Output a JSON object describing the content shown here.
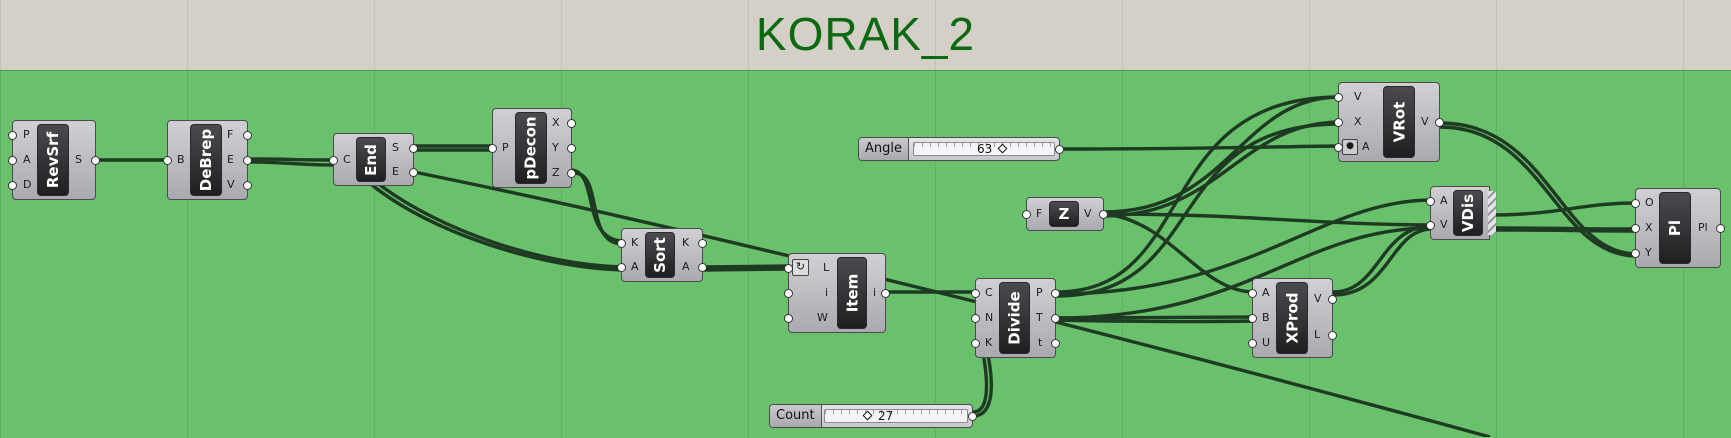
{
  "canvas": {
    "title": "KORAK_2",
    "title_color": "#0b6a11",
    "group_color": "#69c16c",
    "background_color": "#d4d0c8"
  },
  "components": {
    "revsrf": {
      "label": "RevSrf",
      "inputs": [
        "P",
        "A",
        "D"
      ],
      "outputs": [
        "S"
      ]
    },
    "debrep": {
      "label": "DeBrep",
      "inputs": [
        "B"
      ],
      "outputs": [
        "F",
        "E",
        "V"
      ]
    },
    "end": {
      "label": "End",
      "inputs": [
        "C"
      ],
      "outputs": [
        "S",
        "E"
      ]
    },
    "pdecon": {
      "label": "pDecon",
      "inputs": [
        "P"
      ],
      "outputs": [
        "X",
        "Y",
        "Z"
      ]
    },
    "sort": {
      "label": "Sort",
      "inputs": [
        "K",
        "A"
      ],
      "outputs": [
        "K",
        "A"
      ]
    },
    "item": {
      "label": "Item",
      "inputs": [
        "L",
        "i",
        "W"
      ],
      "outputs": [
        "i"
      ]
    },
    "divide": {
      "label": "Divide",
      "inputs": [
        "C",
        "N",
        "K"
      ],
      "outputs": [
        "P",
        "T",
        "t"
      ]
    },
    "zunit": {
      "label": "Z",
      "inputs": [
        "F"
      ],
      "outputs": [
        "V"
      ]
    },
    "vrot": {
      "label": "VRot",
      "inputs": [
        "V",
        "X",
        "A"
      ],
      "outputs": [
        "V"
      ]
    },
    "xprod": {
      "label": "XProd",
      "inputs": [
        "A",
        "B",
        "U"
      ],
      "outputs": [
        "V",
        "L"
      ]
    },
    "vdis": {
      "label": "VDis",
      "inputs": [
        "A",
        "V"
      ],
      "outputs": []
    },
    "pl": {
      "label": "Pl",
      "inputs": [
        "O",
        "X",
        "Y"
      ],
      "outputs": [
        "Pl"
      ]
    }
  },
  "sliders": {
    "angle": {
      "name": "Angle",
      "value": "63"
    },
    "count": {
      "name": "Count",
      "value": "27"
    }
  }
}
